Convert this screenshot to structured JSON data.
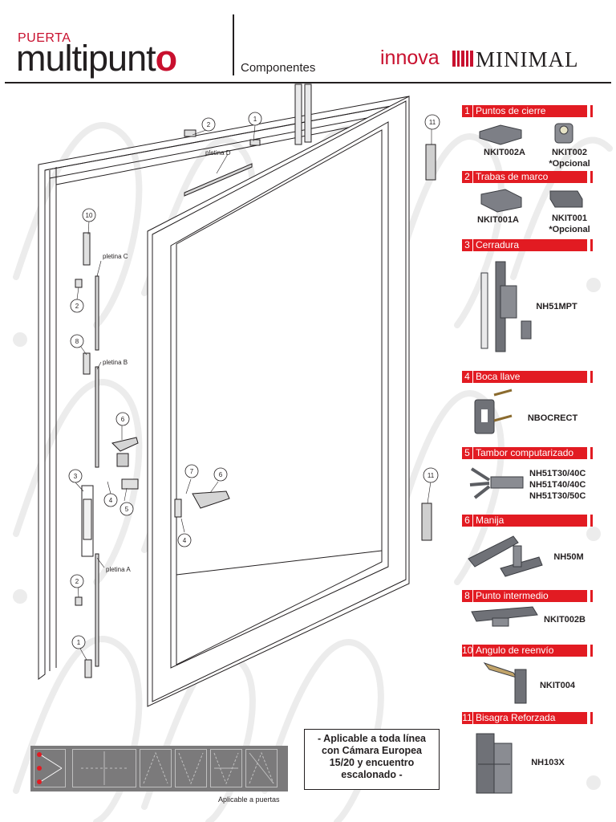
{
  "header": {
    "brand_small": "PUERTA",
    "brand_big_prefix": "multipunt",
    "brand_big_suffix": "o",
    "subtitle": "Componentes",
    "partner_prefix": "innova",
    "partner_name": "MINIMAL"
  },
  "colors": {
    "accent": "#e21b22",
    "ink": "#231f20",
    "part_grey": "#7d7f86"
  },
  "diagram": {
    "labels": {
      "pletina_d": "pletina D",
      "pletina_c": "pletina C",
      "pletina_b": "pletina B",
      "pletina_a": "pletina A"
    },
    "callouts": [
      "1",
      "2",
      "10",
      "2",
      "8",
      "6",
      "3",
      "4",
      "5",
      "2",
      "1",
      "7",
      "6",
      "4",
      "11",
      "11"
    ]
  },
  "sections": [
    {
      "num": "1",
      "label": "Puntos de cierre",
      "codes": [
        "NKIT002A",
        "NKIT002",
        "*Opcional"
      ]
    },
    {
      "num": "2",
      "label": "Trabas de marco",
      "codes": [
        "NKIT001A",
        "NKIT001",
        "*Opcional"
      ]
    },
    {
      "num": "3",
      "label": "Cerradura",
      "codes": [
        "NH51MPT"
      ]
    },
    {
      "num": "4",
      "label": "Boca llave",
      "codes": [
        "NBOCRECT"
      ]
    },
    {
      "num": "5",
      "label": "Tambor computarizado",
      "codes": [
        "NH51T30/40C",
        "NH51T40/40C",
        "NH51T30/50C"
      ]
    },
    {
      "num": "6",
      "label": "Manija",
      "codes": [
        "NH50M"
      ]
    },
    {
      "num": "8",
      "label": "Punto intermedio",
      "codes": [
        "NKIT002B"
      ]
    },
    {
      "num": "10",
      "label": "Angulo de reenvío",
      "codes": [
        "NKIT004"
      ]
    },
    {
      "num": "11",
      "label": "Bisagra Reforzada",
      "codes": [
        "NH103X"
      ]
    }
  ],
  "note": {
    "line1": "- Aplicable a toda línea",
    "line2": "con Cámara Europea",
    "line3": "15/20 y encuentro",
    "line4": "escalonado -"
  },
  "footer_caption": "Aplicable a puertas"
}
